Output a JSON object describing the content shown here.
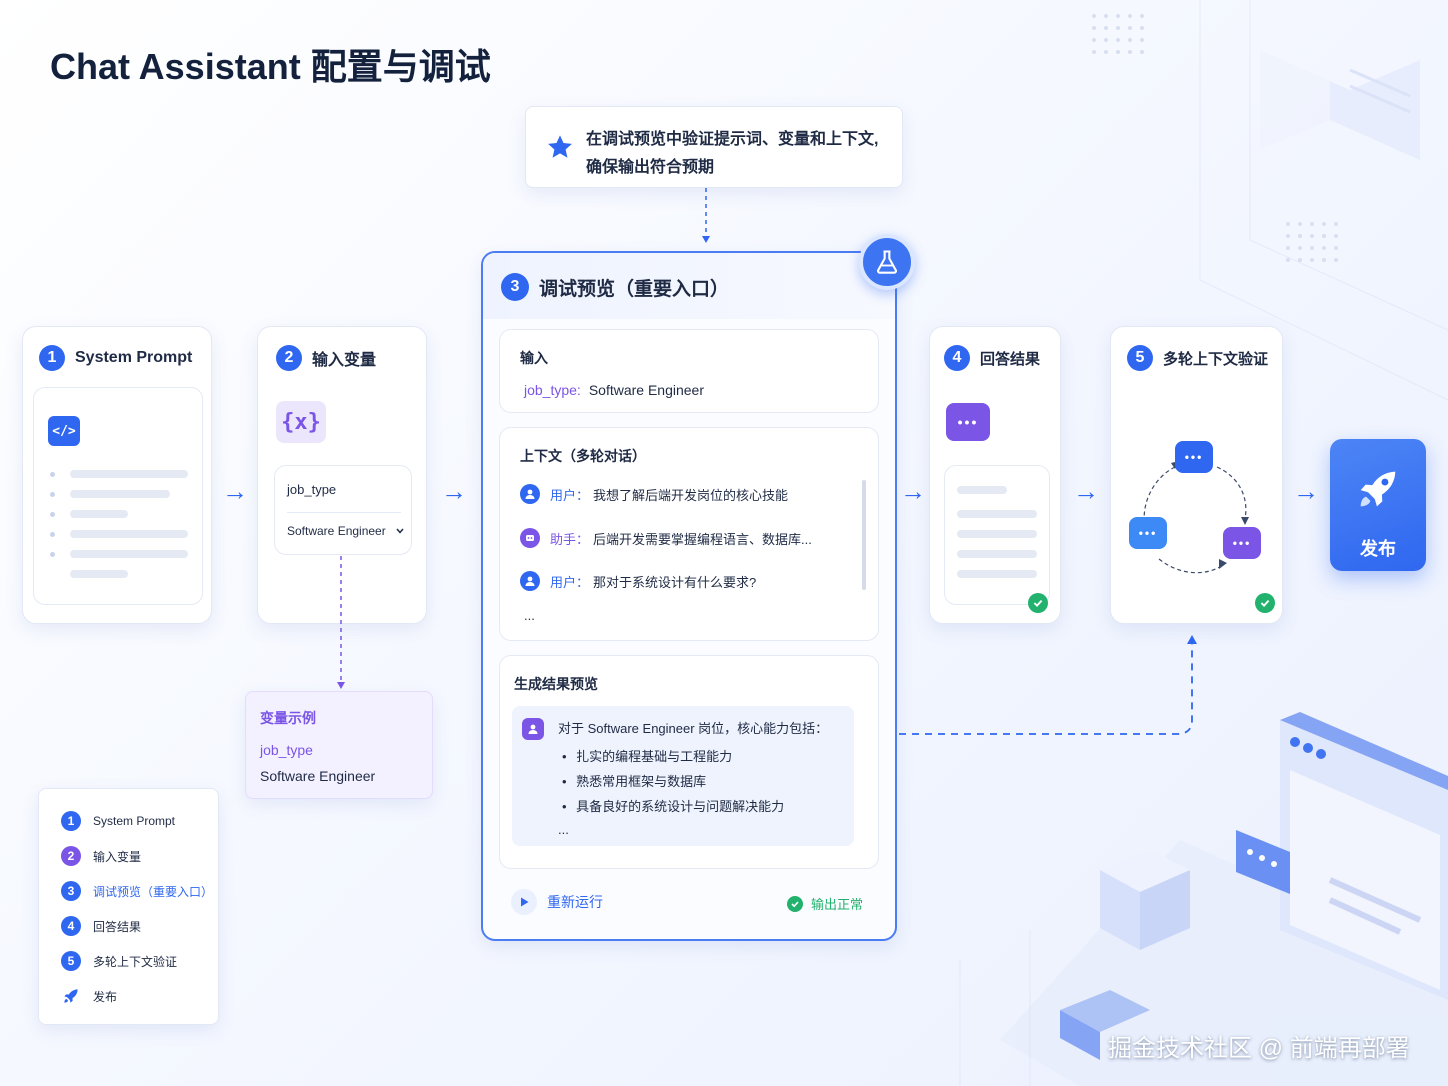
{
  "title": "Chat Assistant 配置与调试",
  "callout": {
    "line1": "在调试预览中验证提示词、变量和上下文,",
    "line2": "确保输出符合预期"
  },
  "step1": {
    "num": "1",
    "label": "System Prompt"
  },
  "step2": {
    "num": "2",
    "label": "输入变量",
    "icon": "{x}",
    "field_name": "job_type",
    "field_value": "Software Engineer"
  },
  "variable_example": {
    "title": "变量示例",
    "key": "job_type",
    "value": "Software Engineer"
  },
  "step3": {
    "num": "3",
    "label": "调试预览（重要入口）",
    "input": {
      "title": "输入",
      "key": "job_type:",
      "value": "Software Engineer"
    },
    "context": {
      "title": "上下文（多轮对话）",
      "rows": [
        {
          "role": "用户：",
          "text": "我想了解后端开发岗位的核心技能"
        },
        {
          "role": "助手：",
          "text": "后端开发需要掌握编程语言、数据库..."
        },
        {
          "role": "用户：",
          "text": "那对于系统设计有什么要求?"
        }
      ],
      "ellipsis": "..."
    },
    "result": {
      "title": "生成结果预览",
      "intro": "对于 Software Engineer 岗位，核心能力包括：",
      "bullets": [
        "扎实的编程基础与工程能力",
        "熟悉常用框架与数据库",
        "具备良好的系统设计与问题解决能力"
      ],
      "ellipsis": "..."
    },
    "rerun": "重新运行",
    "status": "输出正常"
  },
  "step4": {
    "num": "4",
    "label": "回答结果"
  },
  "step5": {
    "num": "5",
    "label": "多轮上下文验证"
  },
  "publish": {
    "label": "发布"
  },
  "legend": {
    "items": [
      {
        "num": "1",
        "label": "System Prompt"
      },
      {
        "num": "2",
        "label": "输入变量"
      },
      {
        "num": "3",
        "label": "调试预览（重要入口）"
      },
      {
        "num": "4",
        "label": "回答结果"
      },
      {
        "num": "5",
        "label": "多轮上下文验证"
      }
    ],
    "publish": "发布"
  },
  "watermark": "掘金技术社区 @ 前端再部署",
  "colors": {
    "primary": "#2f67f0",
    "purple": "#7a55e6",
    "success": "#23b26d"
  },
  "icons": [
    "star-icon",
    "flask-icon",
    "code-icon",
    "variable-icon",
    "chat-icon",
    "rocket-icon",
    "play-icon",
    "check-icon",
    "chevron-down-icon",
    "user-icon"
  ]
}
